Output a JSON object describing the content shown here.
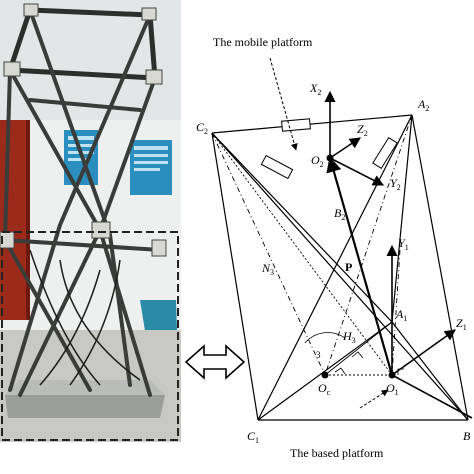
{
  "photo": {
    "subject": "parallel-robot-photo",
    "colors": {
      "wall": "#eef0ef",
      "floor": "#c9c9c4",
      "door": "#9b2a1a",
      "poster": "#2a8fbf",
      "chair": "#2b8aa8",
      "strut": "#2c2e2c"
    }
  },
  "diagram": {
    "mobile_platform_label": "The mobile platform",
    "based_platform_label": "The based platform",
    "points": {
      "C2": {
        "main": "C",
        "sub": "2"
      },
      "A2": {
        "main": "A",
        "sub": "2"
      },
      "B2": {
        "main": "B",
        "sub": "2"
      },
      "O2": {
        "main": "O",
        "sub": "2"
      },
      "C1": {
        "main": "C",
        "sub": "1"
      },
      "A1": {
        "main": "A",
        "sub": "1"
      },
      "O1": {
        "main": "O",
        "sub": "1"
      },
      "Oc": {
        "main": "O",
        "sub": "c"
      },
      "N3": {
        "main": "N",
        "sub": "3"
      },
      "H3": {
        "main": "H",
        "sub": "3"
      },
      "B1": {
        "main": "B",
        "sub": ""
      },
      "P": {
        "main": "P",
        "sub": ""
      },
      "angle3": {
        "main": "3",
        "sub": ""
      }
    },
    "axes": {
      "X2": {
        "main": "X",
        "sub": "2"
      },
      "Y2": {
        "main": "Y",
        "sub": "2"
      },
      "Z2": {
        "main": "Z",
        "sub": "2"
      },
      "Y1": {
        "main": "Y",
        "sub": "1"
      },
      "Z1": {
        "main": "Z",
        "sub": "1"
      }
    }
  },
  "connector": {
    "icon": "double-arrow-icon"
  }
}
